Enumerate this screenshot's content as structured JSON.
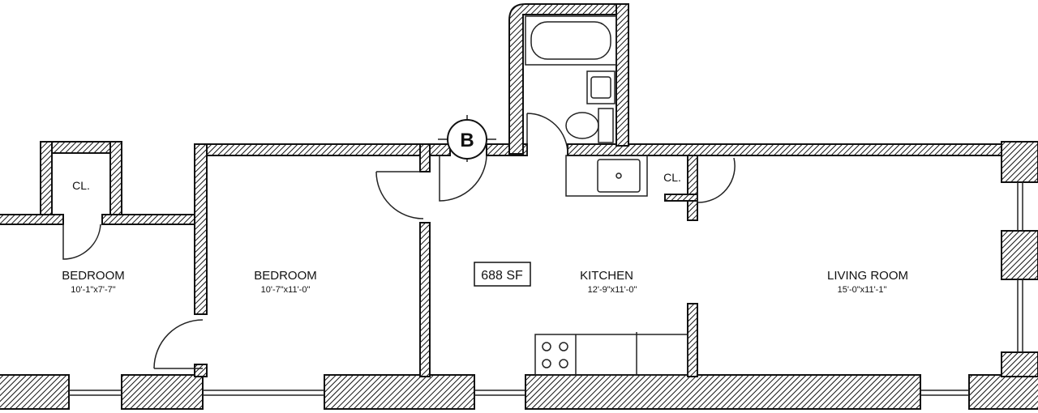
{
  "plan": {
    "area_label": "688 SF",
    "bathroom_marker": "B",
    "rooms": [
      {
        "name": "BEDROOM",
        "dims": "10'-1\"x7'-7\""
      },
      {
        "name": "BEDROOM",
        "dims": "10'-7\"x11'-0\""
      },
      {
        "name": "KITCHEN",
        "dims": "12'-9\"x11'-0\""
      },
      {
        "name": "LIVING ROOM",
        "dims": "15'-0\"x11'-1\""
      }
    ],
    "closets": [
      "CL.",
      "CL."
    ]
  }
}
